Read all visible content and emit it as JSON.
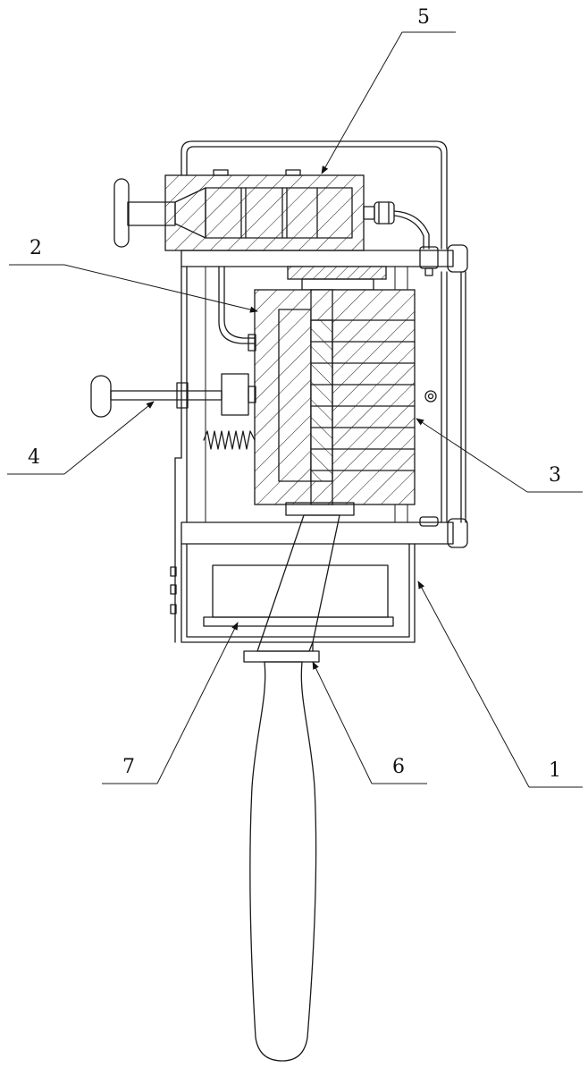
{
  "figure": {
    "line_color": "#1a1a1a",
    "background": "#ffffff"
  },
  "callouts": [
    {
      "id": "1",
      "text": "1",
      "target": "housing"
    },
    {
      "id": "2",
      "text": "2",
      "target": "pressing-plate"
    },
    {
      "id": "3",
      "text": "3",
      "target": "stacked-blocks"
    },
    {
      "id": "4",
      "text": "4",
      "target": "adjusting-knob"
    },
    {
      "id": "5",
      "text": "5",
      "target": "top-cylinder"
    },
    {
      "id": "6",
      "text": "6",
      "target": "wedge-handle-base"
    },
    {
      "id": "7",
      "text": "7",
      "target": "bottom-tray"
    }
  ]
}
